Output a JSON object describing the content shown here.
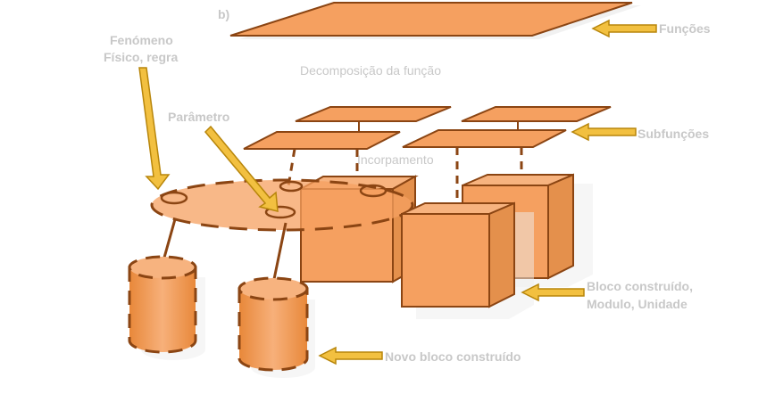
{
  "labels": {
    "panel": "b)",
    "phenomenon_line1": "Fenómeno",
    "phenomenon_line2": "Físico, regra",
    "decomposition": "Decomposição da função",
    "parameter": "Parâmetro",
    "functions": "Funções",
    "subfunctions": "Subfunções",
    "embodiment": "Incorpamento",
    "building_block_line1": "Bloco construído,",
    "building_block_line2": "Modulo, Unidade",
    "new_block": "Novo bloco construído"
  },
  "colors": {
    "fill": "#f5a060",
    "fill_dark": "#e08840",
    "stroke": "#8b4513",
    "arrow_fill": "#f2c040",
    "arrow_stroke": "#b8860b",
    "shadow": "#dddddd",
    "label": "#c8c8c8"
  }
}
